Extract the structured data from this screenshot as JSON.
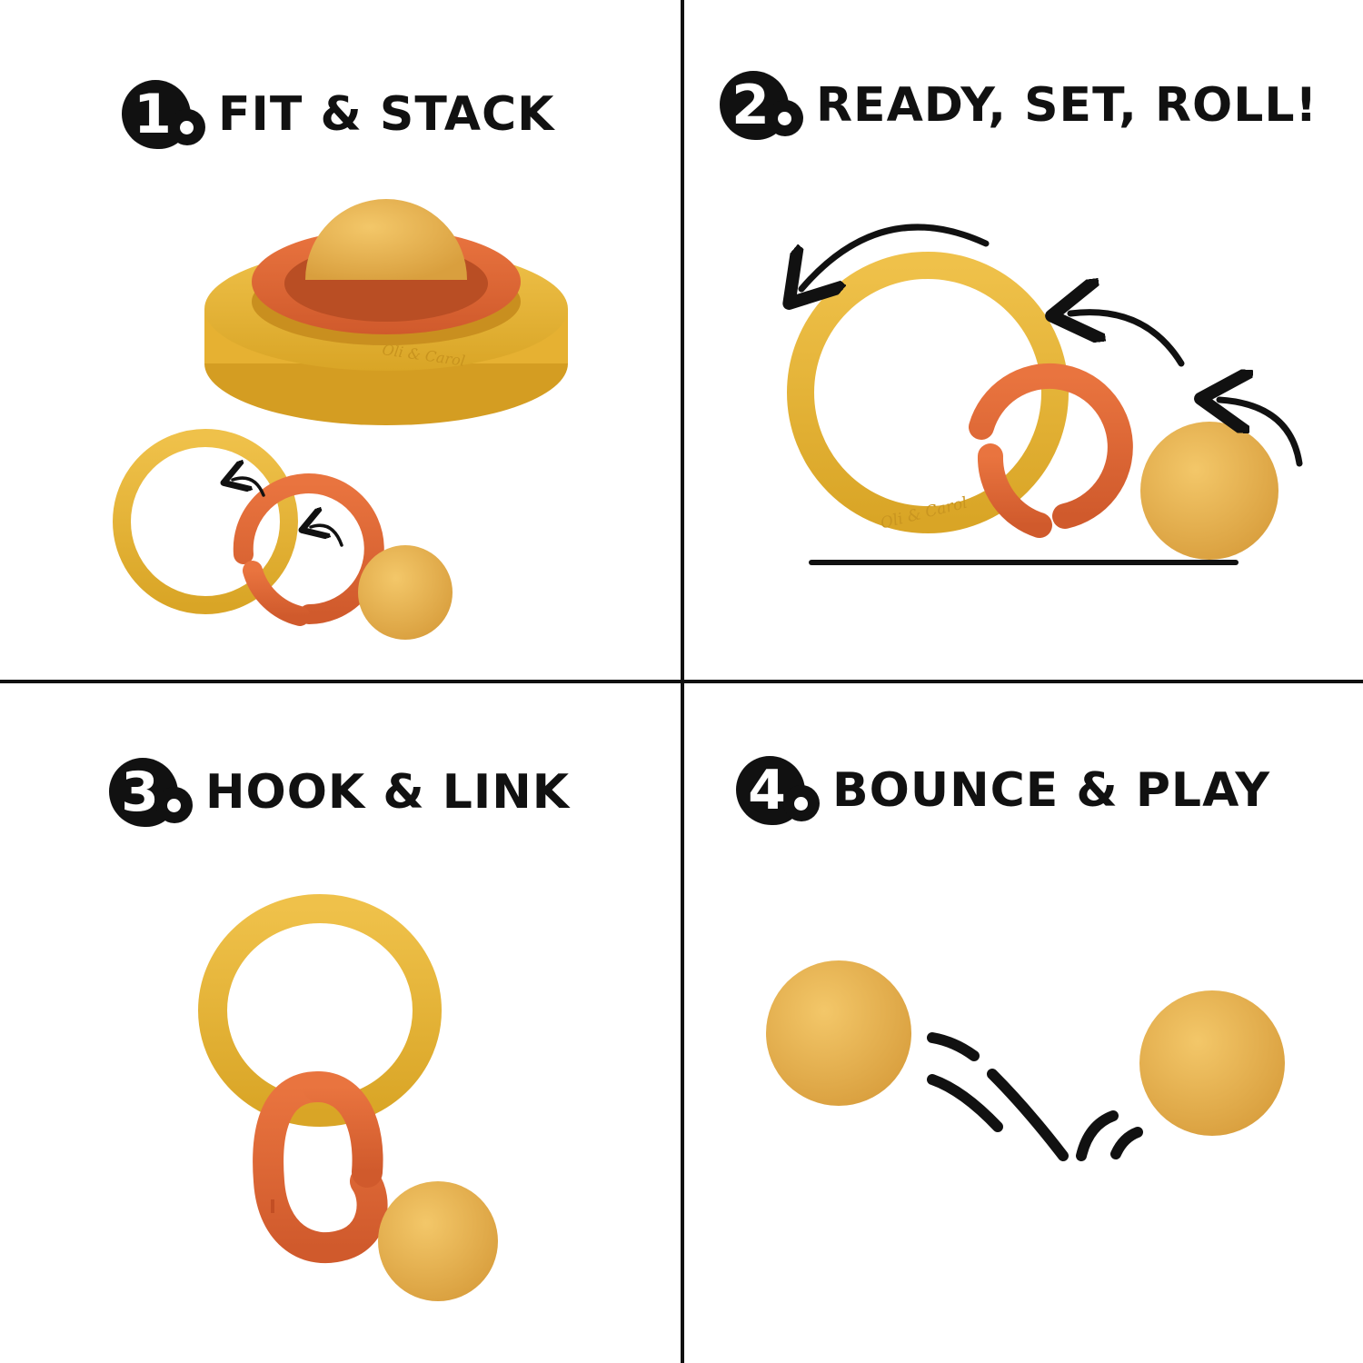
{
  "panels": [
    {
      "step": "1",
      "title": "FIT & STACK"
    },
    {
      "step": "2",
      "title": "READY, SET, ROLL!"
    },
    {
      "step": "3",
      "title": "HOOK & LINK"
    },
    {
      "step": "4",
      "title": "BOUNCE & PLAY"
    }
  ],
  "brand": {
    "imprint": "Oli & Carol"
  },
  "colors": {
    "yellow": "#e9b53a",
    "orange": "#e0673a",
    "ball": "#e7b256",
    "ink": "#111111",
    "background": "#ffffff"
  },
  "icons": [
    "arrow-icon",
    "motion-lines-icon"
  ]
}
